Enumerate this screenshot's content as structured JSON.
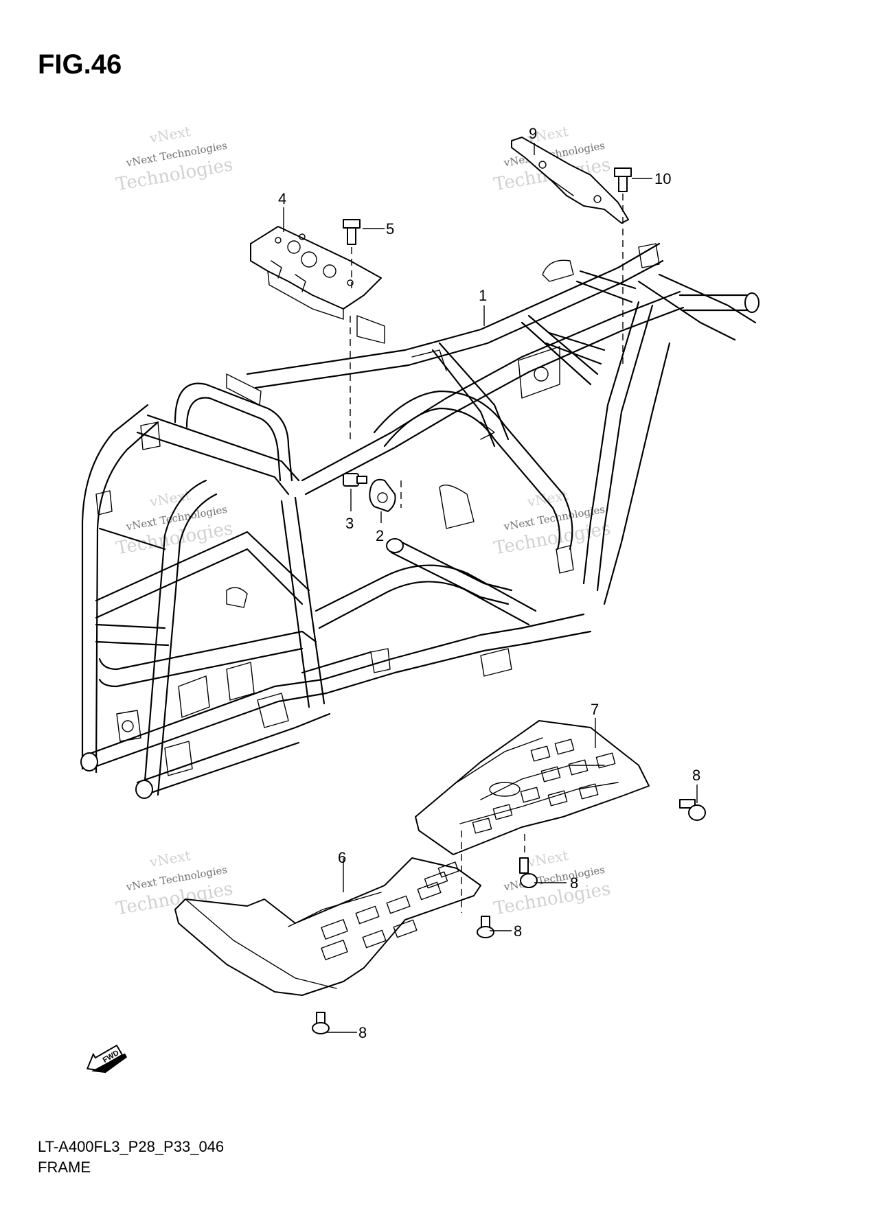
{
  "figure": {
    "title": "FIG.46"
  },
  "footer": {
    "code": "LT-A400FL3_P28_P33_046",
    "name": "FRAME"
  },
  "watermark": {
    "line1": "vNext",
    "line2": "vNext Technologies",
    "line3": "Technologies"
  },
  "fwd_label": "FWD",
  "callouts": {
    "c1": "1",
    "c2": "2",
    "c3": "3",
    "c4": "4",
    "c5": "5",
    "c6": "6",
    "c7": "7",
    "c8a": "8",
    "c8b": "8",
    "c8c": "8",
    "c8d": "8",
    "c9": "9",
    "c10": "10"
  }
}
